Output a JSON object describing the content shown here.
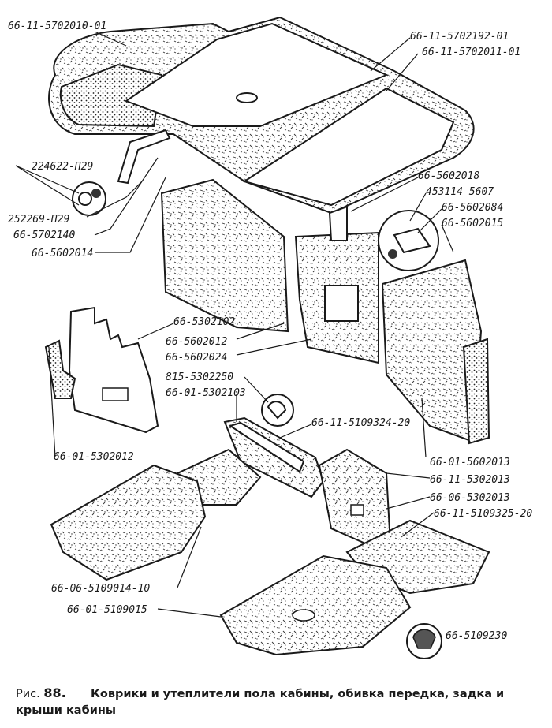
{
  "caption": {
    "fig_prefix": "Рис.",
    "fig_number": "88.",
    "line1": "Коврики и утеплители пола кабины, обивка передка, задка и",
    "line2": "крыши кабины"
  },
  "labels": {
    "roof_left": "66-11-5702010-01",
    "roof_right_a": "66-11-5702192-01",
    "roof_right_b": "66-11-5702011-01",
    "clip_a": "224622-П29",
    "clip_b": "252269-П29",
    "strip": "66-5702140",
    "rear_left": "66-5602014",
    "rear_clip_a": "66-5602018",
    "rear_clip_b": "453114 5607",
    "rear_clip_c": "66-5602084",
    "rear_right": "66-5602015",
    "front_left": "66-5302102",
    "rear_mid_a": "66-5602012",
    "rear_mid_b": "66-5602024",
    "plug": "815-5302250",
    "front_panel": "66-01-5302103",
    "floor_strip": "66-11-5109324-20",
    "front_side": "66-01-5302012",
    "rear_bottom": "66-01-5602013",
    "side_a": "66-11-5302013",
    "side_b": "66-06-5302013",
    "floor_right": "66-11-5109325-20",
    "floor_left": "66-06-5109014-10",
    "floor_main": "66-01-5109015",
    "button": "66-5109230"
  }
}
